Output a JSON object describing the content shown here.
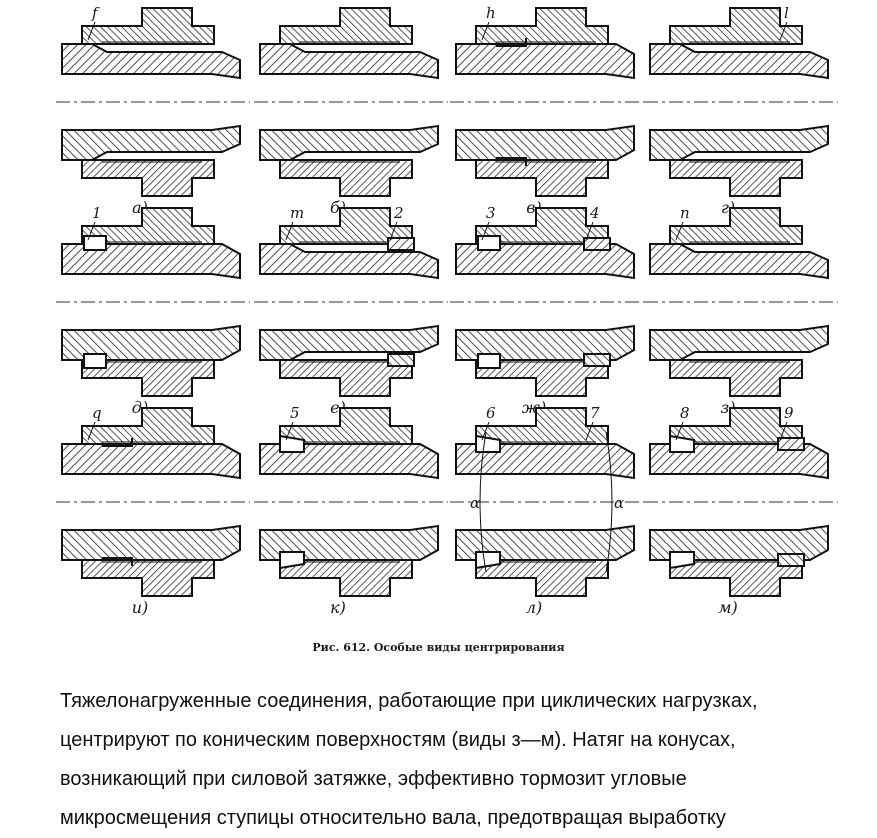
{
  "figure": {
    "views": [
      {
        "id": "a",
        "label": "а)",
        "callouts": [
          {
            "text": "f",
            "pos": "top-left"
          }
        ],
        "style": "cone"
      },
      {
        "id": "b",
        "label": "б)",
        "callouts": [],
        "style": "cone"
      },
      {
        "id": "v",
        "label": "в)",
        "callouts": [
          {
            "text": "h",
            "pos": "top-left"
          }
        ],
        "style": "step"
      },
      {
        "id": "g",
        "label": "г)",
        "callouts": [
          {
            "text": "l",
            "pos": "top-right"
          }
        ],
        "style": "cone"
      },
      {
        "id": "d",
        "label": "д)",
        "callouts": [
          {
            "text": "1",
            "pos": "top-left"
          }
        ],
        "style": "ring"
      },
      {
        "id": "e",
        "label": "е)",
        "callouts": [
          {
            "text": "m",
            "pos": "top-left"
          },
          {
            "text": "2",
            "pos": "top-right"
          }
        ],
        "style": "cone-ring"
      },
      {
        "id": "zh",
        "label": "ж)",
        "callouts": [
          {
            "text": "3",
            "pos": "top-left"
          },
          {
            "text": "4",
            "pos": "top-right"
          }
        ],
        "style": "ring-ring"
      },
      {
        "id": "z",
        "label": "з)",
        "callouts": [
          {
            "text": "n",
            "pos": "top-left"
          }
        ],
        "style": "cone"
      },
      {
        "id": "i",
        "label": "и)",
        "callouts": [
          {
            "text": "q",
            "pos": "top-left"
          }
        ],
        "style": "step"
      },
      {
        "id": "k",
        "label": "к)",
        "callouts": [
          {
            "text": "5",
            "pos": "top-left"
          }
        ],
        "style": "wedge"
      },
      {
        "id": "l",
        "label": "л)",
        "callouts": [
          {
            "text": "6",
            "pos": "top-left"
          },
          {
            "text": "7",
            "pos": "top-right"
          }
        ],
        "style": "sphere",
        "angle_marks": [
          "α",
          "α"
        ]
      },
      {
        "id": "m",
        "label": "м)",
        "callouts": [
          {
            "text": "8",
            "pos": "top-left"
          },
          {
            "text": "9",
            "pos": "top-right"
          }
        ],
        "style": "wedge-ring"
      }
    ],
    "caption": "Рис. 612. Особые виды центрирования"
  },
  "paragraph": {
    "lines": [
      "Тяжелонагруженные соединения, работающие при циклических нагрузках,",
      "центрируют по коническим поверхностям (виды з—м). Натяг на конусах,",
      "возникающий при силовой затяжке, эффективно тормозит угловые",
      "микросмещения ступицы относительно вала, предотвращая выработку"
    ]
  }
}
